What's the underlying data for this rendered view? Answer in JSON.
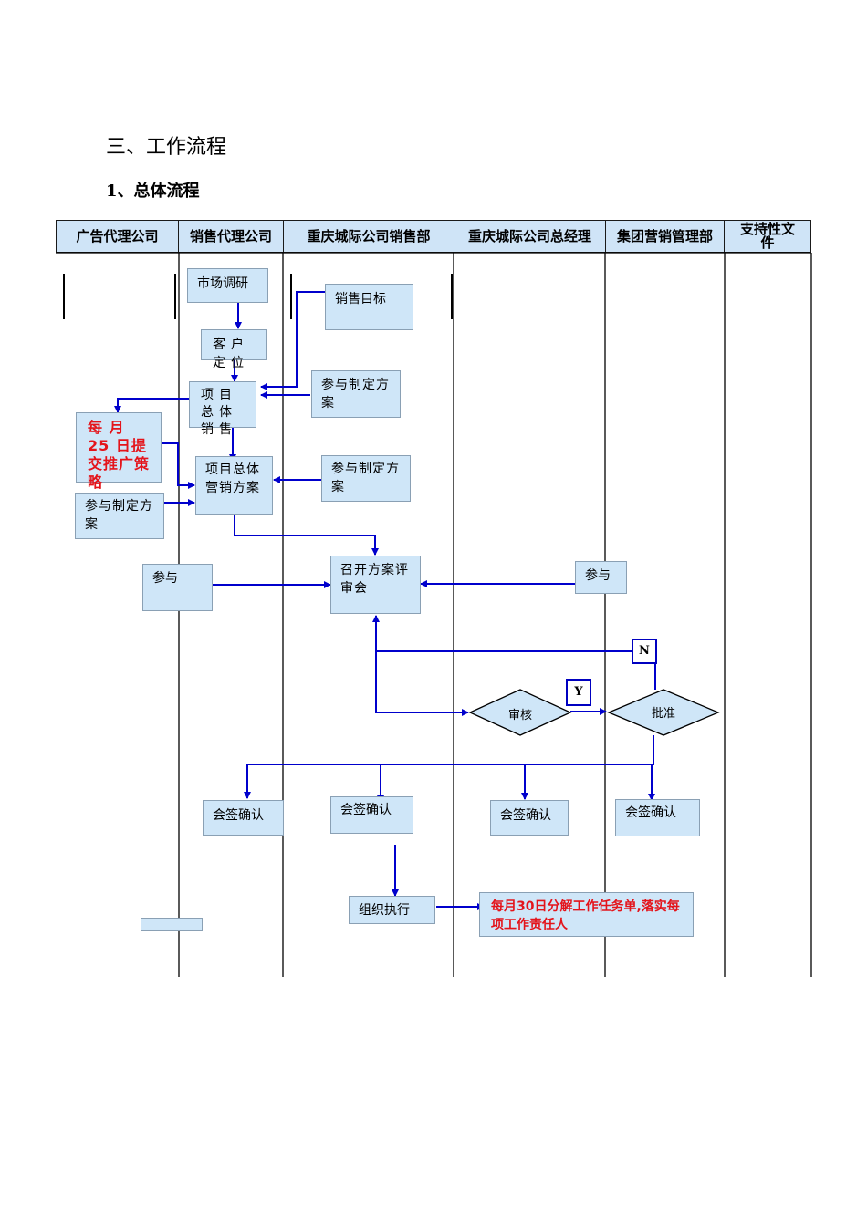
{
  "section_title": "三、工作流程",
  "sub_title": "1、总体流程",
  "lanes": [
    "广告代理公司",
    "销售代理公司",
    "重庆城际公司销售部",
    "重庆城际公司总经理",
    "集团营销管理部",
    "支持性文件"
  ],
  "boxes": {
    "market_research": "市场调研",
    "customer_positioning": "客户定位",
    "sales_target": "销售目标",
    "project_total_sales": "项目总体销售",
    "participate_plan_1": "参与制定方案",
    "monthly_strategy": "每 月 25 日提交推广策略",
    "project_marketing_plan": "项目总体营销方案",
    "participate_plan_2": "参与制定方案",
    "participate_plan_3": "参与制定方案",
    "participate_1": "参与",
    "review_meeting": "召开方案评审会",
    "participate_2": "参与",
    "countersign_1": "会签确认",
    "countersign_2": "会签确认",
    "countersign_3": "会签确认",
    "countersign_4": "会签确认",
    "organize_execution": "组织执行",
    "monthly_task": "每月30日分解工作任务单,落实每项工作责任人"
  },
  "decisions": {
    "review": "审核",
    "approve": "批准"
  },
  "markers": {
    "yes": "Y",
    "no": "N"
  },
  "colors": {
    "lane_header_bg": "#cfe4f7",
    "box_bg": "#cfe6f8",
    "arrow": "#0000cc",
    "highlight_text": "#e4141b"
  }
}
